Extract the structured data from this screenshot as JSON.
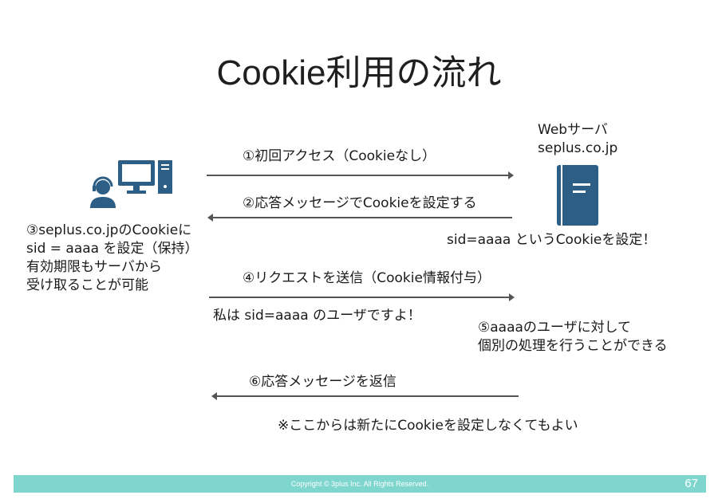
{
  "title": "Cookie利用の流れ",
  "server": {
    "label_line1": "Webサーバ",
    "label_line2": "seplus.co.jp",
    "note": "sid=aaaa というCookieを設定！"
  },
  "client": {
    "note_line1": "③seplus.co.jpのCookieに",
    "note_line2": "sid = aaaa を設定（保持）",
    "note_line3": "有効期限もサーバから",
    "note_line4": "受け取ることが可能"
  },
  "steps": {
    "s1": "①初回アクセス（Cookieなし）",
    "s2": "②応答メッセージでCookieを設定する",
    "s4": "④リクエストを送信（Cookie情報付与）",
    "s4_note": "私は sid=aaaa のユーザですよ！",
    "s5_line1": "⑤aaaaのユーザに対して",
    "s5_line2": "個別の処理を行うことができる",
    "s6": "⑥応答メッセージを返信",
    "s6_note": "※ここからは新たにCookieを設定しなくてもよい"
  },
  "footer": {
    "copyright": "Copyright ©  3plus Inc.  All Rights Reserved.",
    "page": "67"
  },
  "colors": {
    "icon": "#2d5f86",
    "footer": "#7fd6cf",
    "arrow": "#555555"
  }
}
